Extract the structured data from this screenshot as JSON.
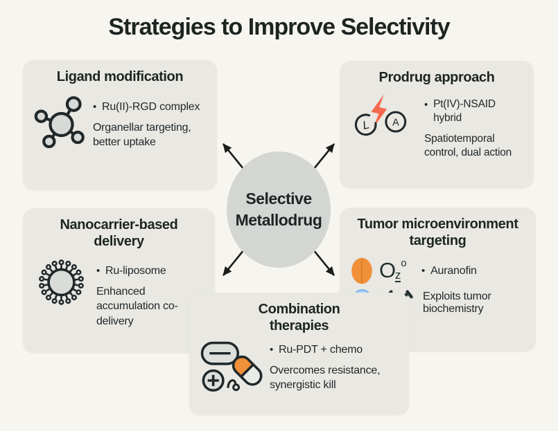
{
  "title": "Strategies to Improve Selectivity",
  "ui": {
    "bullet_char": "•",
    "plus_char": "+"
  },
  "center_node": {
    "line1": "Selective",
    "line2": "Metallodrug"
  },
  "cards": {
    "ligand": {
      "heading": "Ligand modification",
      "bullet": "Ru(II)-RGD complex",
      "note": "Organellar targeting, better uptake",
      "icon": "molecule-icon"
    },
    "prodrug": {
      "heading": "Prodrug approach",
      "bullet": "Pt(IV)-NSAID hybrid",
      "note": "Spatiotemporal control, dual action",
      "icon": "prodrug-activation-icon",
      "inactive_label": "L",
      "active_label": "A"
    },
    "nano": {
      "heading": "Nanocarrier-based delivery",
      "bullet": "Ru-liposome",
      "note": "Enhanced accumulation co-delivery",
      "icon": "liposome-icon"
    },
    "tumor": {
      "heading": "Tumor microenvironment targeting",
      "bullet": "Auranofin",
      "note": "Exploits tumor biochemistry",
      "icons": [
        "pill-icon",
        "oxygen-glyph",
        "lightbulb-icon",
        "plus",
        "antibody-icon"
      ],
      "glyph_main": "O",
      "glyph_sub": "z",
      "glyph_sup": "o"
    },
    "combo": {
      "heading": "Combination therapies",
      "bullet": "Ru-PDT + chemo",
      "note": "Overcomes resistance, synergistic kill",
      "icon": "tablet-capsule-icon"
    }
  },
  "colors": {
    "background": "#f7f5ef",
    "card": "#e9e8e3",
    "center_ellipse": "#d4d6d3",
    "text": "#20282a",
    "orange": "#f09038",
    "lightning": "#f4694e",
    "bulb_blue": "#a8d4f8",
    "arrow": "#1c1c1c"
  }
}
